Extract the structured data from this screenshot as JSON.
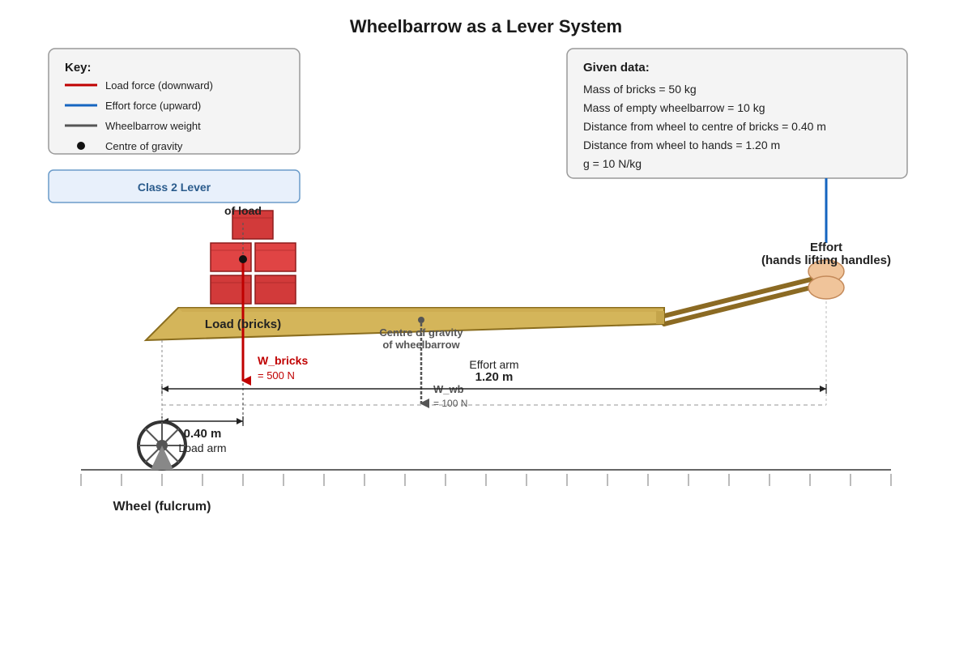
{
  "title": "Wheelbarrow as a Lever System",
  "key": {
    "heading": "Key:",
    "items": [
      {
        "label": "Load force (downward)",
        "color": "#c00000",
        "kind": "line"
      },
      {
        "label": "Effort force (upward)",
        "color": "#1565c0",
        "kind": "line"
      },
      {
        "label": "Wheelbarrow weight",
        "color": "#555555",
        "kind": "line"
      },
      {
        "label": "Centre of gravity",
        "color": "#111111",
        "kind": "dot"
      }
    ]
  },
  "lever_class": "Class 2 Lever",
  "given": {
    "heading": "Given data:",
    "lines": [
      "Mass of bricks = 50 kg",
      "Mass of empty wheelbarrow = 10 kg",
      "Distance from wheel to centre of bricks = 0.40 m",
      "Distance from wheel to hands = 1.20 m",
      "g = 10 N/kg"
    ]
  },
  "labels": {
    "cog_load": "of load",
    "load": "Load (bricks)",
    "cog_wb_line1": "Centre of gravity",
    "cog_wb_line2": "of wheelbarrow",
    "effort_line1": "Effort",
    "effort_line2": "(hands lifting handles)",
    "w_bricks_name": "W_bricks",
    "w_bricks_value": "= 500 N",
    "w_wb_name": "W_wb",
    "w_wb_value": "= 100 N",
    "effort_arm_name": "Effort arm",
    "effort_arm_value": "1.20 m",
    "load_arm_value": "0.40 m",
    "load_arm_name": "Load arm",
    "fulcrum": "Wheel (fulcrum)"
  },
  "colors": {
    "load": "#c00000",
    "effort": "#1565c0",
    "weight": "#555555",
    "tray": "#d4b55a",
    "tray_edge": "#8a6d1e",
    "handle": "#8b6a23",
    "brick": "#d23a3a",
    "brick_edge": "#8e1c1c",
    "hand": "#f0c49a",
    "class_box_text": "#2a5b8c"
  }
}
